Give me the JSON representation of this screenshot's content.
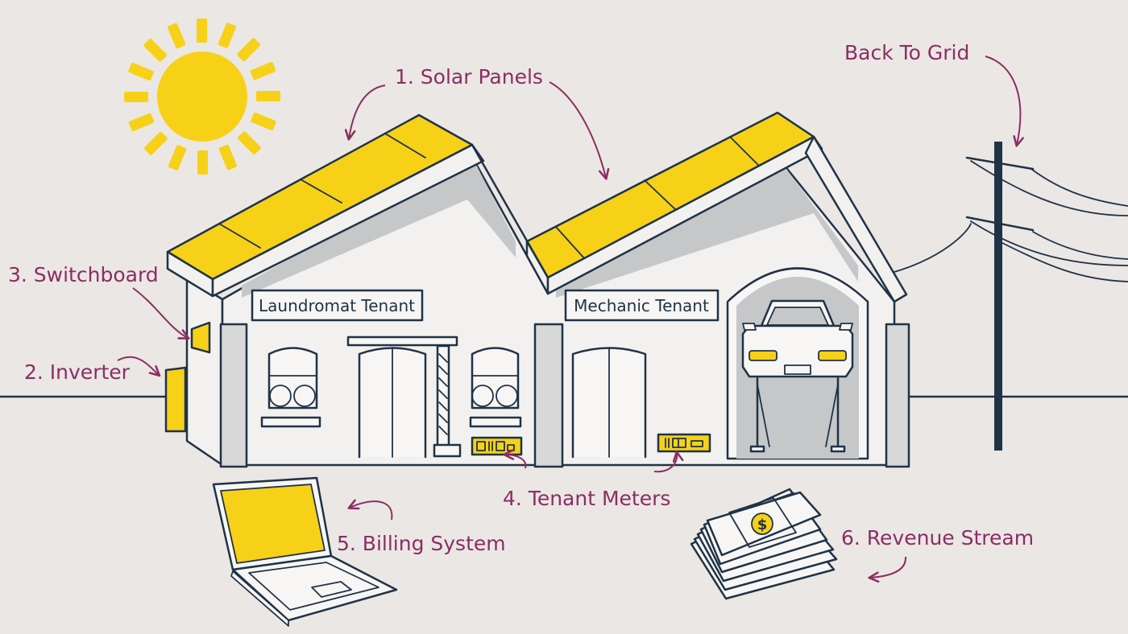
{
  "colors": {
    "background": "#ebe7e4",
    "accent_yellow": "#f6d117",
    "label_purple": "#8a2e64",
    "outline_navy": "#1f3347",
    "interior_gray": "#c6c7c9",
    "wall_white": "#f3f1ef"
  },
  "labels": {
    "solar_panels": "1. Solar Panels",
    "inverter": "2. Inverter",
    "switchboard": "3. Switchboard",
    "tenant_meters": "4. Tenant Meters",
    "billing_system": "5. Billing System",
    "revenue_stream": "6. Revenue Stream",
    "back_to_grid": "Back To Grid"
  },
  "signs": {
    "laundromat": "Laundromat Tenant",
    "mechanic": "Mechanic Tenant"
  },
  "icons": [
    "sun-icon",
    "power-pole-icon",
    "laptop-icon",
    "money-stack-icon",
    "car-icon",
    "meter-icon",
    "dollar-icon"
  ]
}
